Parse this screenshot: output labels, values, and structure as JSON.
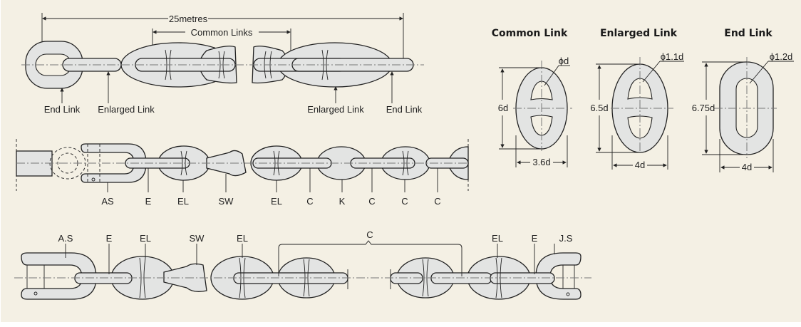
{
  "diagram": {
    "top_chain": {
      "length_label": "25metres",
      "common_links_label": "Common Links",
      "callouts": [
        "End Link",
        "Enlarged Link",
        "Enlarged Link",
        "End Link"
      ]
    },
    "link_specs": [
      {
        "title": "Common Link",
        "diameter": "ϕd",
        "height": "6d",
        "width": "3.6d"
      },
      {
        "title": "Enlarged Link",
        "diameter": "ϕ1.1d",
        "height": "6.5d",
        "width": "4d"
      },
      {
        "title": "End Link",
        "diameter": "ϕ1.2d",
        "height": "6.75d",
        "width": "4d"
      }
    ],
    "middle_chain": {
      "callouts": [
        "AS",
        "E",
        "EL",
        "SW",
        "EL",
        "C",
        "K",
        "C",
        "C",
        "C"
      ]
    },
    "bottom_chain": {
      "callouts": [
        "A.S",
        "E",
        "EL",
        "SW",
        "EL",
        "C",
        "EL",
        "E",
        "J.S"
      ]
    }
  }
}
